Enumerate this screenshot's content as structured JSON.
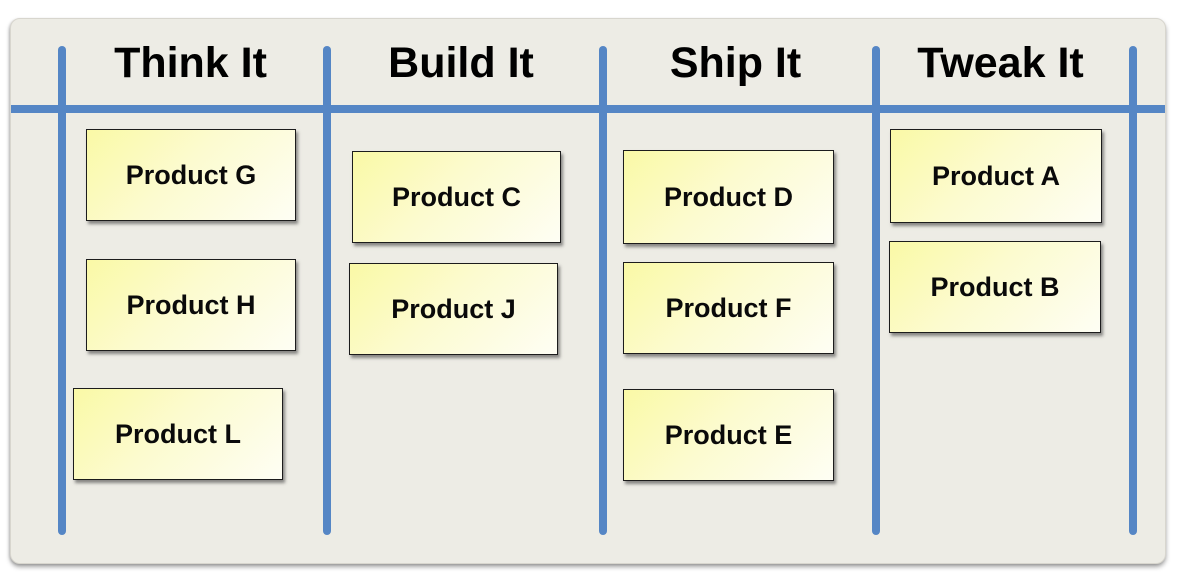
{
  "board": {
    "columns": [
      {
        "label": "Think It",
        "cards": [
          "Product G",
          "Product H",
          "Product L"
        ]
      },
      {
        "label": "Build It",
        "cards": [
          "Product C",
          "Product J"
        ]
      },
      {
        "label": "Ship It",
        "cards": [
          "Product D",
          "Product F",
          "Product E"
        ]
      },
      {
        "label": "Tweak It",
        "cards": [
          "Product A",
          "Product B"
        ]
      }
    ],
    "colors": {
      "accent_blue": "#5586C5",
      "panel_background": "#EDECE5",
      "card_yellow_start": "#FAF9A6",
      "card_yellow_end": "#FEFEF4",
      "card_border": "#1C1C1C",
      "header_text": "#000000"
    }
  }
}
